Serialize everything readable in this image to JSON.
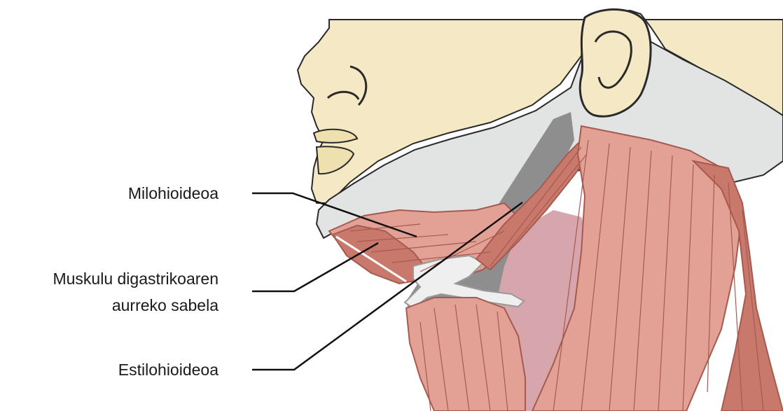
{
  "labels": {
    "mylohyoid": "Milohioideoa",
    "digastric_line1": "Muskulu digastrikoaren",
    "digastric_line2": "aurreko sabela",
    "stylohyoid": "Estilohioideoa"
  },
  "colors": {
    "skin": "#F4E9C4",
    "skin_outline": "#2a2a2a",
    "bone_gray": "#E2E3E3",
    "deep_gray": "#8E8E8E",
    "muscle": "#E3A095",
    "muscle_dark": "#C9786C",
    "muscle_line": "#A65A4F",
    "pharynx": "#D7A6AC",
    "tendon": "#EFEFEF",
    "leader_line": "#111111"
  }
}
